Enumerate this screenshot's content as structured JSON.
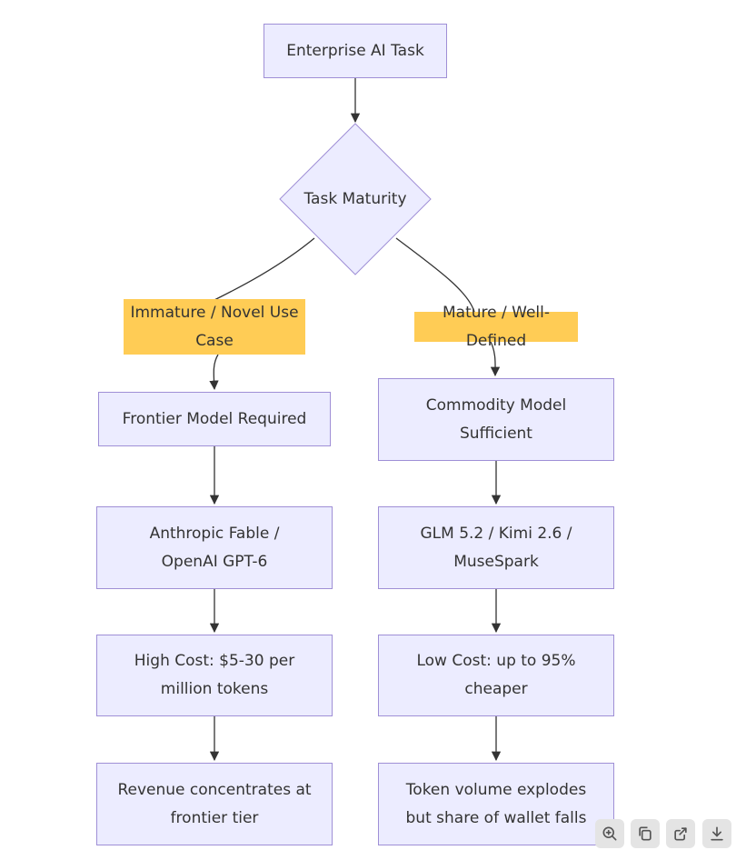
{
  "nodes": {
    "start": "Enterprise AI Task",
    "decision": "Task Maturity",
    "left_branch_label": "Immature / Novel Use Case",
    "right_branch_label": "Mature / Well-Defined",
    "left_1": "Frontier Model Required",
    "left_2": "Anthropic Fable / OpenAI GPT-6",
    "left_3": "High Cost: $5-30 per million tokens",
    "left_4": "Revenue concentrates at frontier tier",
    "right_1": "Commodity Model Sufficient",
    "right_2": "GLM 5.2 / Kimi 2.6 / MuseSpark",
    "right_3": "Low Cost: up to 95% cheaper",
    "right_4": "Token volume explodes but share of wallet falls"
  },
  "toolbar": [
    {
      "icon": "zoom-in-icon"
    },
    {
      "icon": "copy-icon"
    },
    {
      "icon": "open-external-icon"
    },
    {
      "icon": "download-icon"
    }
  ],
  "colors": {
    "node_fill": "#ECECFF",
    "node_border": "#9F8FD6",
    "edge_label_fill": "#FFCC55",
    "edge": "#333333",
    "toolbar_button": "#e4e4e4"
  }
}
